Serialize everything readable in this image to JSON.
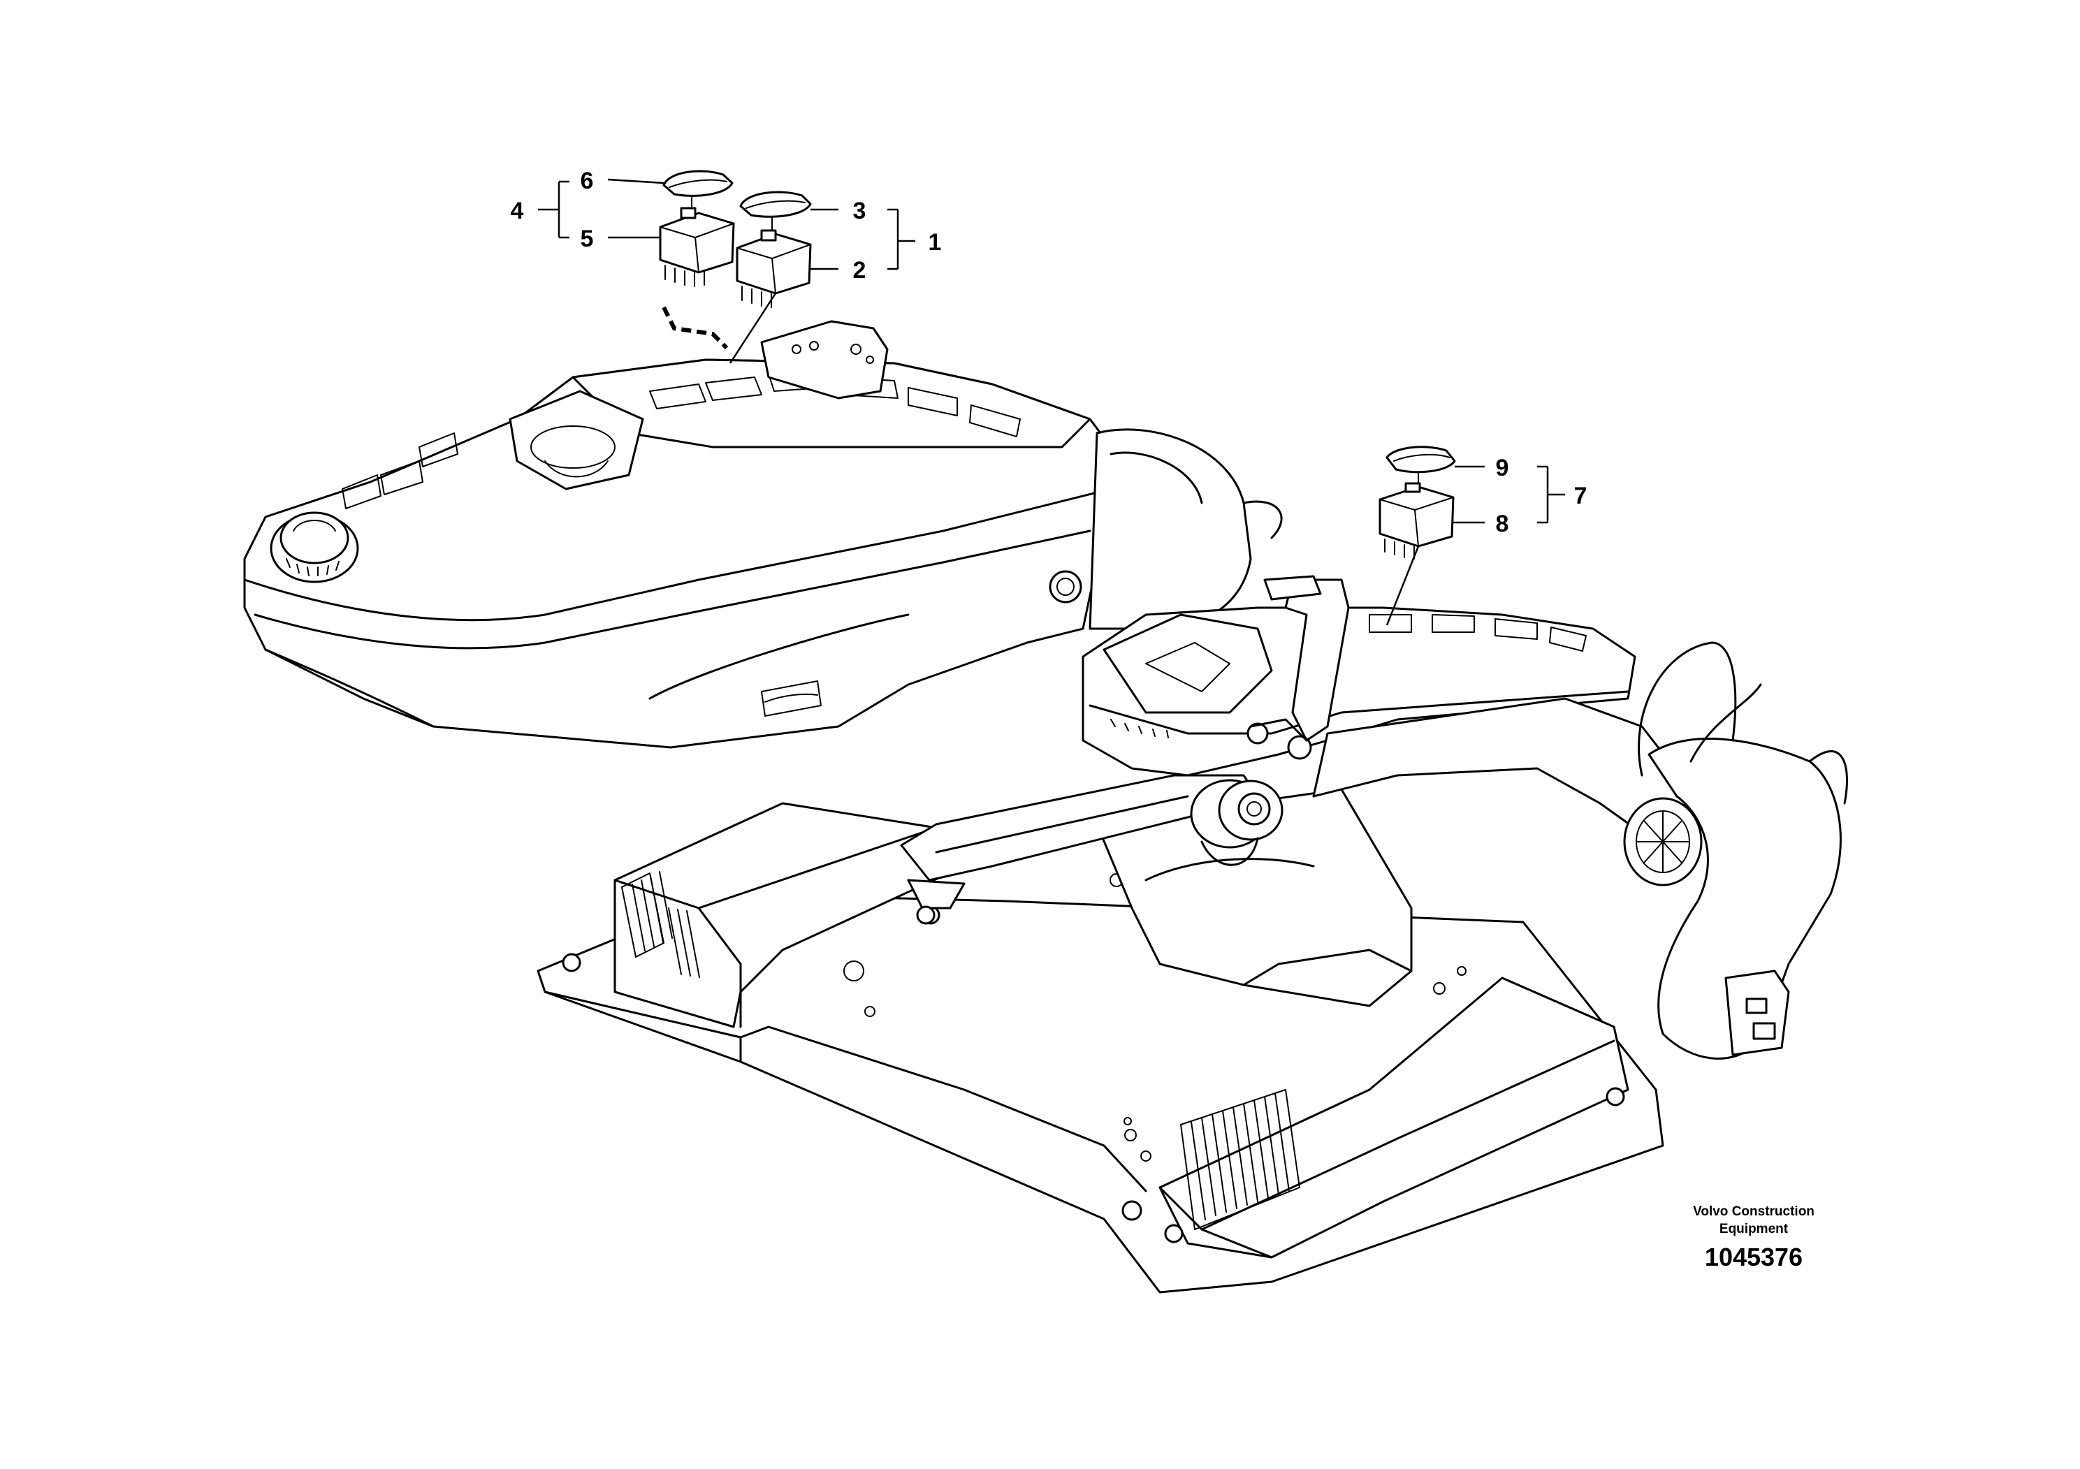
{
  "drawing": {
    "brand_line1": "Volvo Construction",
    "brand_line2": "Equipment",
    "drawing_number": "1045376"
  },
  "callouts": [
    {
      "id": "c1",
      "label": "1"
    },
    {
      "id": "c2",
      "label": "2"
    },
    {
      "id": "c3",
      "label": "3"
    },
    {
      "id": "c4",
      "label": "4"
    },
    {
      "id": "c5",
      "label": "5"
    },
    {
      "id": "c6",
      "label": "6"
    },
    {
      "id": "c7",
      "label": "7"
    },
    {
      "id": "c8",
      "label": "8"
    },
    {
      "id": "c9",
      "label": "9"
    }
  ],
  "colors": {
    "line": "#000000",
    "background": "#ffffff"
  }
}
